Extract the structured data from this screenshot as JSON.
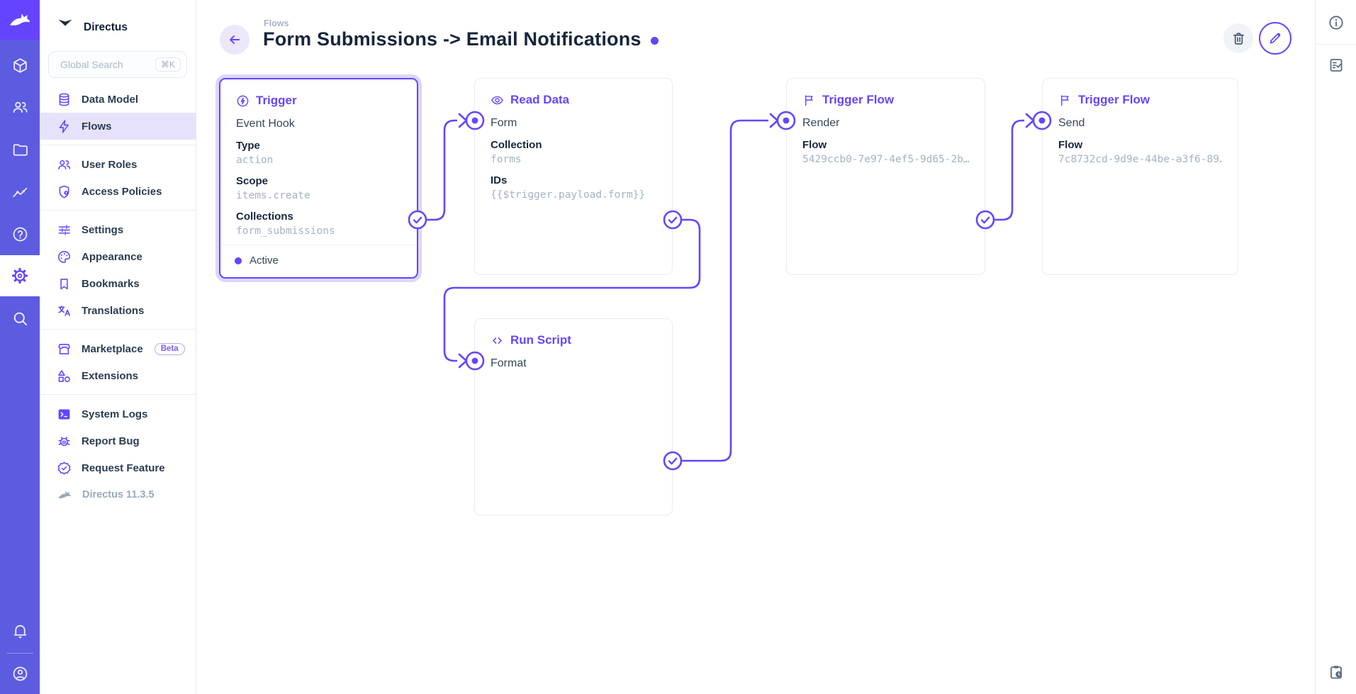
{
  "app": {
    "project_name": "Directus",
    "version_label": "Directus 11.3.5"
  },
  "module_bar": {
    "icons": [
      "directus-rabbit-logo",
      "cube-icon",
      "users-icon",
      "folder-icon",
      "insights-icon",
      "help-icon",
      "gear-icon",
      "search-icon",
      "bell-icon",
      "user-circle-icon"
    ],
    "active_module": "settings"
  },
  "nav": {
    "search_label": "Global Search",
    "search_shortcut": "⌘K",
    "items": [
      {
        "label": "Data Model",
        "icon": "database-icon"
      },
      {
        "label": "Flows",
        "icon": "bolt-icon",
        "active": true
      },
      {
        "label": "User Roles",
        "icon": "people-icon"
      },
      {
        "label": "Access Policies",
        "icon": "shield-lock-icon"
      },
      {
        "label": "Settings",
        "icon": "tune-icon"
      },
      {
        "label": "Appearance",
        "icon": "palette-icon"
      },
      {
        "label": "Bookmarks",
        "icon": "bookmark-icon"
      },
      {
        "label": "Translations",
        "icon": "translate-icon"
      },
      {
        "label": "Marketplace",
        "icon": "storefront-icon",
        "badge": "Beta"
      },
      {
        "label": "Extensions",
        "icon": "category-icon"
      },
      {
        "label": "System Logs",
        "icon": "terminal-icon"
      },
      {
        "label": "Report Bug",
        "icon": "bug-icon"
      },
      {
        "label": "Request Feature",
        "icon": "verified-icon"
      }
    ]
  },
  "header": {
    "breadcrumb": "Flows",
    "title": "Form Submissions -> Email Notifications",
    "status_dot_color": "#6644FF",
    "actions": [
      "trash-icon",
      "pencil-icon"
    ]
  },
  "right_bar": {
    "icons": [
      "info-icon",
      "doc-check-icon",
      "clipboard-clock-icon"
    ]
  },
  "panels": {
    "trigger": {
      "title": "Trigger",
      "icon": "bolt-circle-icon",
      "name": "Event Hook",
      "fields": [
        {
          "label": "Type",
          "value": "action"
        },
        {
          "label": "Scope",
          "value": "items.create"
        },
        {
          "label": "Collections",
          "value": "form_submissions"
        }
      ],
      "status": "Active",
      "selected": true
    },
    "read_data": {
      "title": "Read Data",
      "icon": "eye-icon",
      "name": "Form",
      "fields": [
        {
          "label": "Collection",
          "value": "forms"
        },
        {
          "label": "IDs",
          "value": "{{$trigger.payload.form}}"
        }
      ]
    },
    "trigger_flow_render": {
      "title": "Trigger Flow",
      "icon": "flag-icon",
      "name": "Render",
      "fields": [
        {
          "label": "Flow",
          "value": "5429ccb0-7e97-4ef5-9d65-2b…"
        }
      ]
    },
    "trigger_flow_send": {
      "title": "Trigger Flow",
      "icon": "flag-icon",
      "name": "Send",
      "fields": [
        {
          "label": "Flow",
          "value": "7c8732cd-9d9e-44be-a3f6-89…"
        }
      ]
    },
    "run_script": {
      "title": "Run Script",
      "icon": "code-icon",
      "name": "Format",
      "fields": []
    }
  },
  "colors": {
    "brand": "#6644FF",
    "module_bar_bg": "#5D5BE0",
    "logo_bg": "#6644FF",
    "nav_active_bg": "#E7E2FC",
    "panel_border": "#E7ECF3",
    "connector": "#6644FF",
    "value_text": "#A4B2C6",
    "heading_text": "#16263C"
  }
}
